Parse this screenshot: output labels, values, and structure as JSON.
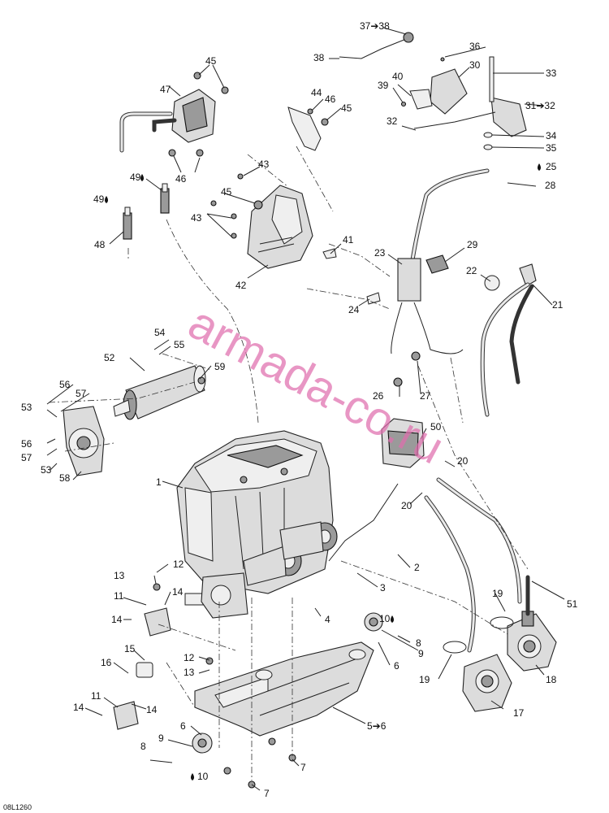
{
  "watermark": "armada-co.ru",
  "drawing_code": "08L1260",
  "callouts": [
    {
      "id": "c1",
      "text": "1"
    },
    {
      "id": "c2",
      "text": "2"
    },
    {
      "id": "c3",
      "text": "3"
    },
    {
      "id": "c4",
      "text": "4"
    },
    {
      "id": "c5",
      "text": "5➔6"
    },
    {
      "id": "c6a",
      "text": "6"
    },
    {
      "id": "c6b",
      "text": "6"
    },
    {
      "id": "c7a",
      "text": "7"
    },
    {
      "id": "c7b",
      "text": "7"
    },
    {
      "id": "c8a",
      "text": "8"
    },
    {
      "id": "c8b",
      "text": "8"
    },
    {
      "id": "c9a",
      "text": "9"
    },
    {
      "id": "c9b",
      "text": "9"
    },
    {
      "id": "c10a",
      "text": "10"
    },
    {
      "id": "c10b",
      "text": "10"
    },
    {
      "id": "c11a",
      "text": "11"
    },
    {
      "id": "c11b",
      "text": "11"
    },
    {
      "id": "c12a",
      "text": "12"
    },
    {
      "id": "c12b",
      "text": "12"
    },
    {
      "id": "c13a",
      "text": "13"
    },
    {
      "id": "c13b",
      "text": "13"
    },
    {
      "id": "c14a",
      "text": "14"
    },
    {
      "id": "c14b",
      "text": "14"
    },
    {
      "id": "c14c",
      "text": "14"
    },
    {
      "id": "c14d",
      "text": "14"
    },
    {
      "id": "c15",
      "text": "15"
    },
    {
      "id": "c16",
      "text": "16"
    },
    {
      "id": "c17",
      "text": "17"
    },
    {
      "id": "c18",
      "text": "18"
    },
    {
      "id": "c19a",
      "text": "19"
    },
    {
      "id": "c19b",
      "text": "19"
    },
    {
      "id": "c20a",
      "text": "20"
    },
    {
      "id": "c20b",
      "text": "20"
    },
    {
      "id": "c21",
      "text": "21"
    },
    {
      "id": "c22",
      "text": "22"
    },
    {
      "id": "c23",
      "text": "23"
    },
    {
      "id": "c24",
      "text": "24"
    },
    {
      "id": "c25",
      "text": "25"
    },
    {
      "id": "c26",
      "text": "26"
    },
    {
      "id": "c27",
      "text": "27"
    },
    {
      "id": "c28",
      "text": "28"
    },
    {
      "id": "c29",
      "text": "29"
    },
    {
      "id": "c30",
      "text": "30"
    },
    {
      "id": "c31",
      "text": "31➔32"
    },
    {
      "id": "c32",
      "text": "32"
    },
    {
      "id": "c33",
      "text": "33"
    },
    {
      "id": "c34",
      "text": "34"
    },
    {
      "id": "c35",
      "text": "35"
    },
    {
      "id": "c36",
      "text": "36"
    },
    {
      "id": "c37",
      "text": "37➔38"
    },
    {
      "id": "c38",
      "text": "38"
    },
    {
      "id": "c39",
      "text": "39"
    },
    {
      "id": "c40",
      "text": "40"
    },
    {
      "id": "c41",
      "text": "41"
    },
    {
      "id": "c42",
      "text": "42"
    },
    {
      "id": "c43a",
      "text": "43"
    },
    {
      "id": "c43b",
      "text": "43"
    },
    {
      "id": "c44",
      "text": "44"
    },
    {
      "id": "c45a",
      "text": "45"
    },
    {
      "id": "c45b",
      "text": "45"
    },
    {
      "id": "c45c",
      "text": "45"
    },
    {
      "id": "c46a",
      "text": "46"
    },
    {
      "id": "c46b",
      "text": "46"
    },
    {
      "id": "c47",
      "text": "47"
    },
    {
      "id": "c48",
      "text": "48"
    },
    {
      "id": "c49a",
      "text": "49"
    },
    {
      "id": "c49b",
      "text": "49"
    },
    {
      "id": "c50",
      "text": "50"
    },
    {
      "id": "c51",
      "text": "51"
    },
    {
      "id": "c52",
      "text": "52"
    },
    {
      "id": "c53a",
      "text": "53"
    },
    {
      "id": "c53b",
      "text": "53"
    },
    {
      "id": "c54",
      "text": "54"
    },
    {
      "id": "c55",
      "text": "55"
    },
    {
      "id": "c56a",
      "text": "56"
    },
    {
      "id": "c56b",
      "text": "56"
    },
    {
      "id": "c57a",
      "text": "57"
    },
    {
      "id": "c57b",
      "text": "57"
    },
    {
      "id": "c58",
      "text": "58"
    },
    {
      "id": "c59",
      "text": "59"
    }
  ],
  "colors": {
    "line": "#222222",
    "watermark": "#e06fae",
    "fill": "#dcdcdc"
  }
}
